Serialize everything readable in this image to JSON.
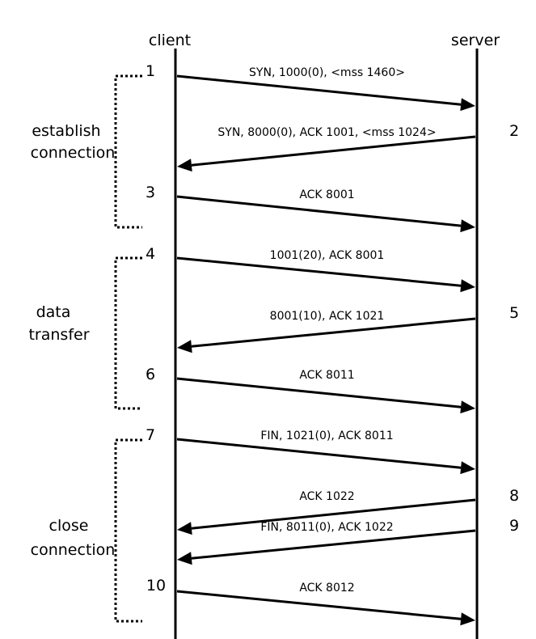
{
  "diagram": {
    "title": "TCP connection sequence",
    "colors": {
      "line": "#000000",
      "background": "#ffffff"
    },
    "actors": {
      "client": "client",
      "server": "server"
    },
    "phases": [
      {
        "id": "establish",
        "lines": [
          "establish",
          "connection"
        ],
        "steps": [
          1,
          3
        ]
      },
      {
        "id": "data",
        "lines": [
          "data",
          "transfer"
        ],
        "steps": [
          4,
          6
        ]
      },
      {
        "id": "close",
        "lines": [
          "close",
          "connection"
        ],
        "steps": [
          7,
          10
        ]
      }
    ],
    "messages": [
      {
        "step": "1",
        "from": "client",
        "to": "server",
        "label": "SYN, 1000(0), <mss 1460>"
      },
      {
        "step": "2",
        "from": "server",
        "to": "client",
        "label": "SYN, 8000(0), ACK 1001, <mss 1024>"
      },
      {
        "step": "3",
        "from": "client",
        "to": "server",
        "label": "ACK 8001"
      },
      {
        "step": "4",
        "from": "client",
        "to": "server",
        "label": "1001(20), ACK 8001"
      },
      {
        "step": "5",
        "from": "server",
        "to": "client",
        "label": "8001(10), ACK 1021"
      },
      {
        "step": "6",
        "from": "client",
        "to": "server",
        "label": "ACK 8011"
      },
      {
        "step": "7",
        "from": "client",
        "to": "server",
        "label": "FIN, 1021(0), ACK 8011"
      },
      {
        "step": "8",
        "from": "server",
        "to": "client",
        "label": "ACK 1022"
      },
      {
        "step": "9",
        "from": "server",
        "to": "client",
        "label": "FIN, 8011(0), ACK 1022"
      },
      {
        "step": "10",
        "from": "client",
        "to": "server",
        "label": "ACK 8012"
      }
    ]
  }
}
